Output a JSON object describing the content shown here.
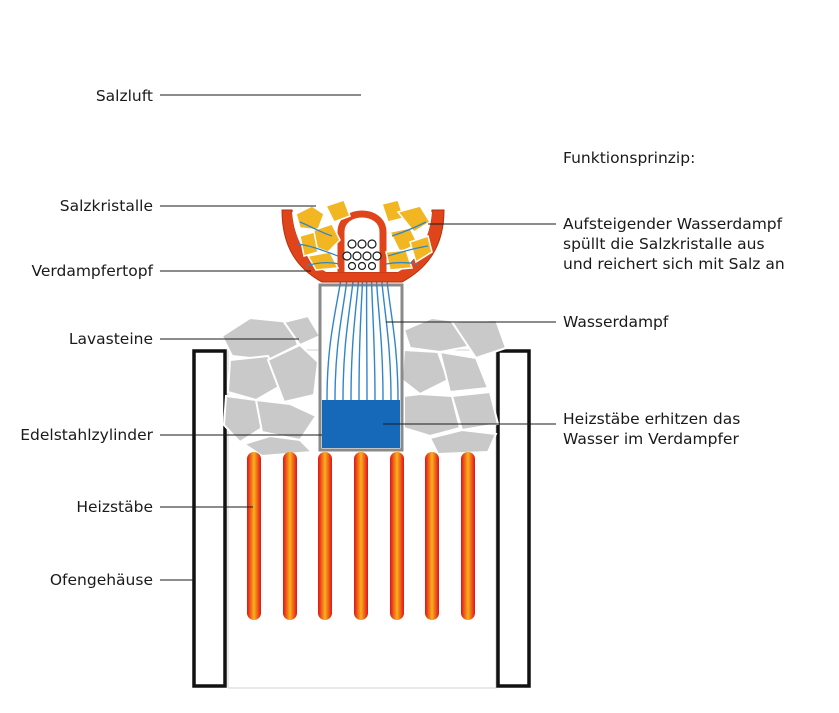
{
  "labels": {
    "salzluft": "Salzluft",
    "salzkristalle": "Salzkristalle",
    "verdampfertopf": "Verdampfertopf",
    "lavasteine": "Lavasteine",
    "edelstahlzylinder": "Edelstahlzylinder",
    "heizstaebe": "Heizstäbe",
    "ofengehaeuse": "Ofengehäuse",
    "funktionsprinzip": "Funktionsprinzip:",
    "aufsteigend_1": "Aufsteigender Wasserdampf",
    "aufsteigend_2": "spüllt die Salzkristalle aus",
    "aufsteigend_3": "und reichert sich mit Salz an",
    "wasserdampf": "Wasserdampf",
    "heizstaebe_erhitzen_1": "Heizstäbe erhitzen das",
    "heizstaebe_erhitzen_2": "Wasser im Verdampfer"
  },
  "colors": {
    "outline": "#111111",
    "pot": "#e0441a",
    "water": "#1669b8",
    "steam_lines": "#2f86c8",
    "crystal": "#f2b622",
    "stone": "#c9c9c9",
    "heater_hot": "#f7b21a",
    "heater_edge": "#e3101a"
  }
}
